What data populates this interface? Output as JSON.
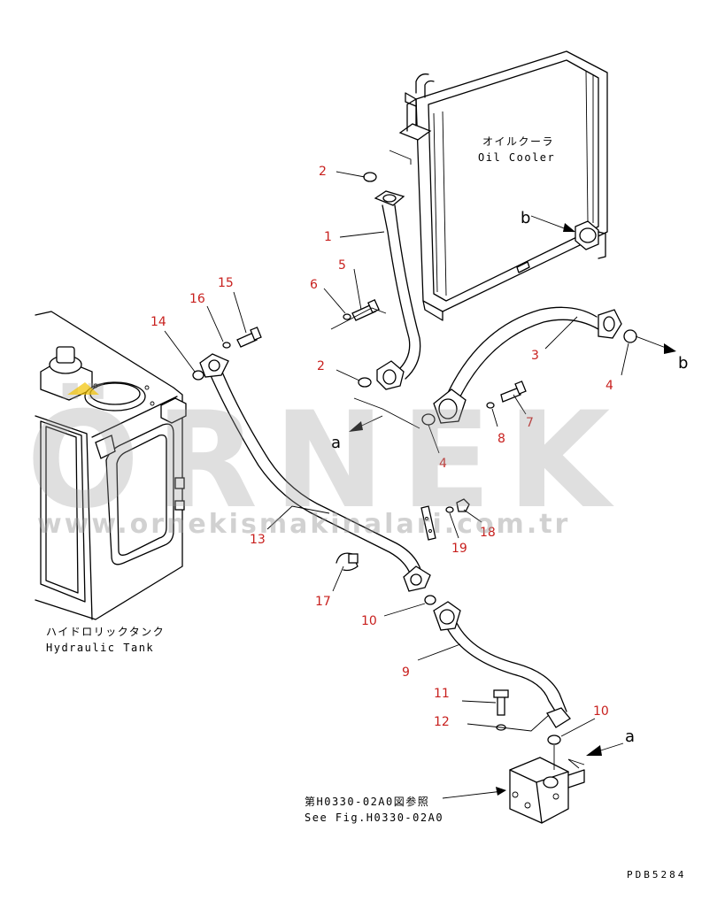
{
  "drawing": {
    "code": "PDB5284",
    "oil_cooler": {
      "jp": "オイルクーラ",
      "en": "Oil Cooler"
    },
    "hydraulic_tank": {
      "jp": "ハイドロリックタンク",
      "en": "Hydraulic Tank"
    },
    "reference": {
      "jp": "第H0330-02A0図参照",
      "en": "See Fig.H0330-02A0"
    },
    "connection_letters": [
      "a",
      "b",
      "b",
      "a"
    ],
    "part_numbers": [
      "1",
      "2",
      "2",
      "3",
      "4",
      "4",
      "5",
      "6",
      "7",
      "8",
      "9",
      "10",
      "10",
      "11",
      "12",
      "13",
      "14",
      "15",
      "16",
      "17",
      "18",
      "19"
    ]
  },
  "watermark": {
    "brand": "ÖRNEK",
    "url": "www.ornekismakinalari.com.tr"
  },
  "colors": {
    "callout_number": "#c8201e",
    "line": "#000000",
    "watermark": "#9a9a9a",
    "watermark_accent": "#f2c200"
  }
}
